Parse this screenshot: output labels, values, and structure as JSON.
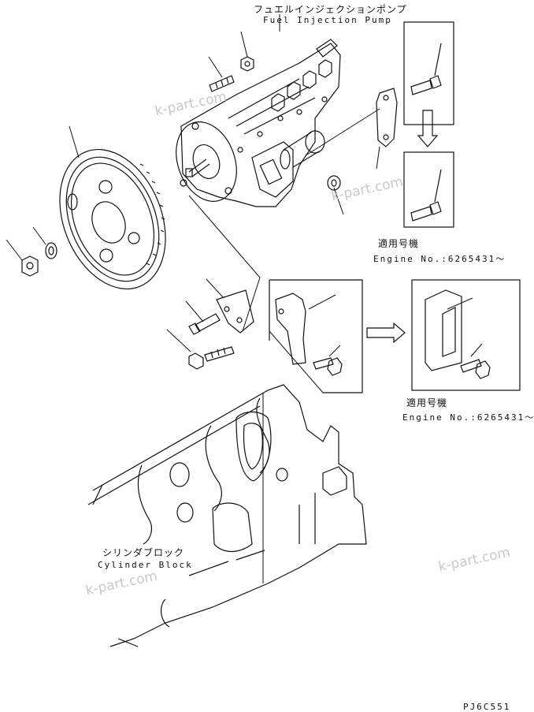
{
  "labels": {
    "pump_jp": "フュエルインジェクションポンプ",
    "pump_en": "Fuel Injection Pump",
    "block_jp": "シリンダブロック",
    "block_en": "Cylinder Block",
    "serial_1_jp": "適用号機",
    "serial_1_en": "Engine No.:6265431～",
    "serial_2_jp": "適用号機",
    "serial_2_en": "Engine No.:6265431～",
    "figure_code": "PJ6C551"
  },
  "watermarks": [
    "k-part.com",
    "k-part.com",
    "k-part.com",
    "k-part.com"
  ],
  "colors": {
    "line": "#111111",
    "background": "#ffffff",
    "watermark": "#c8c8c8"
  }
}
